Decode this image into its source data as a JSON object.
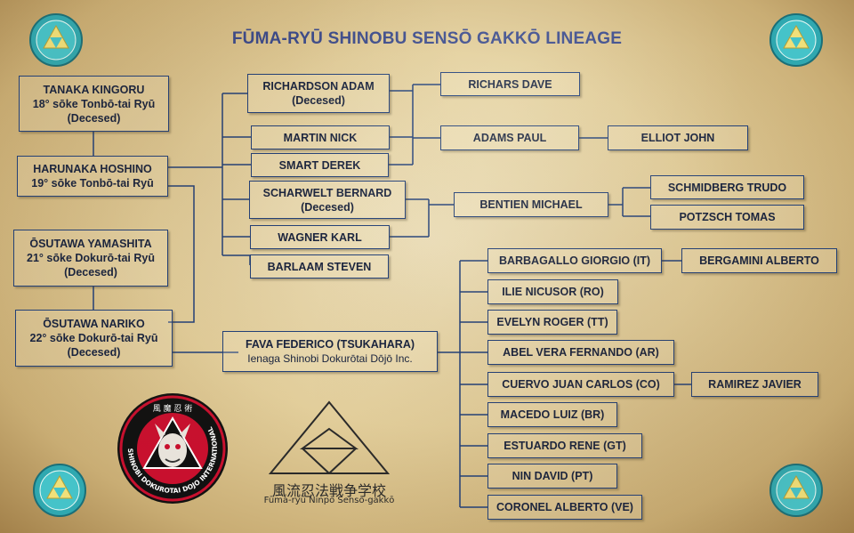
{
  "title": "FŪMA-RYŪ SHINOBU SENSŌ GAKKŌ LINEAGE",
  "soke": [
    {
      "name": "TANAKA KINGORU",
      "rank": "18° sōke Tonbō-tai Ryū",
      "status": "(Decesed)"
    },
    {
      "name": "HARUNAKA HOSHINO",
      "rank": "19° sōke Tonbō-tai Ryū"
    },
    {
      "name": "ŌSUTAWA YAMASHITA",
      "rank": "21° sōke Dokurō-tai Ryū",
      "status": "(Decesed)"
    },
    {
      "name": "ŌSUTAWA NARIKO",
      "rank": "22° sōke Dokurō-tai Ryū",
      "status": "(Decesed)"
    }
  ],
  "students": {
    "richardson": {
      "name": "RICHARDSON ADAM",
      "status": "(Decesed)"
    },
    "richars": "RICHARS DAVE",
    "martin": "MARTIN NICK",
    "adams": "ADAMS PAUL",
    "elliot": "ELLIOT JOHN",
    "smart": "SMART DEREK",
    "scharwelt": {
      "name": "SCHARWELT BERNARD",
      "status": "(Decesed)"
    },
    "bentien": "BENTIEN MICHAEL",
    "schmidberg": "SCHMIDBERG TRUDO",
    "potzsch": "POTZSCH TOMAS",
    "wagner": "WAGNER KARL",
    "barlaam": "BARLAAM STEVEN"
  },
  "fava": {
    "name": "FAVA FEDERICO (TSUKAHARA)",
    "title": "Ienaga Shinobi Dokurōtai Dōjō Inc."
  },
  "international": [
    "BARBAGALLO GIORGIO (IT)",
    "ILIE NICUSOR (RO)",
    "EVELYN ROGER (TT)",
    "ABEL VERA FERNANDO (AR)",
    "CUERVO JUAN CARLOS (CO)",
    "MACEDO LUIZ (BR)",
    "ESTUARDO RENE (GT)",
    "NIN DAVID (PT)",
    "CORONEL ALBERTO (VE)"
  ],
  "bergamini": "BERGAMINI ALBERTO",
  "ramirez": "RAMIREZ JAVIER",
  "emblem_left": {
    "ring_text": "SHINOBI DOKUROTAI DOJO INTERNATIONAL",
    "kanji": "風 魔 忍 術"
  },
  "emblem_center": {
    "kanji": "風流忍法戦争学校",
    "romaji": "Fūma-ryū Ninpō Sensō-gakkō"
  },
  "colors": {
    "box_border": "#1f3f7a",
    "title": "#3a4a8c",
    "line": "#1f3f7a",
    "medallion": "#2fa8b0"
  }
}
